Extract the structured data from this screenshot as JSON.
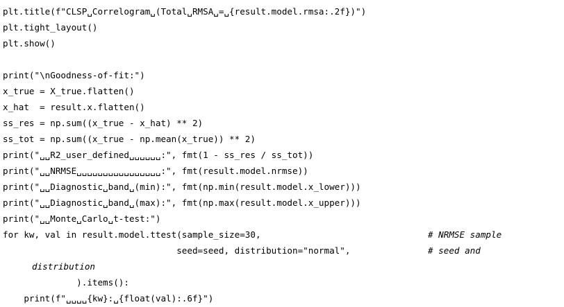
{
  "code": {
    "lines": [
      "plt.title(f\"CLSP␣Correlogram␣(Total␣RMSA␣=␣{result.model.rmsa:.2f})\")",
      "plt.tight_layout()",
      "plt.show()",
      "",
      "print(\"\\nGoodness-of-fit:\")",
      "x_true = X_true.flatten()",
      "x_hat  = result.x.flatten()",
      "ss_res = np.sum((x_true - x_hat) ** 2)",
      "ss_tot = np.sum((x_true - np.mean(x_true)) ** 2)",
      "print(\"␣␣R2_user_defined␣␣␣␣␣␣:\", fmt(1 - ss_res / ss_tot))",
      "print(\"␣␣NRMSE␣␣␣␣␣␣␣␣␣␣␣␣␣␣␣␣:\", fmt(result.model.nrmse))",
      "print(\"␣␣Diagnostic␣band␣(min):\", fmt(np.min(result.model.x_lower)))",
      "print(\"␣␣Diagnostic␣band␣(max):\", fmt(np.max(result.model.x_upper)))",
      "print(\"␣␣Monte␣Carlo␣t-test:\")",
      "for kw, val in result.model.ttest(sample_size=30,",
      "                                 seed=seed, distribution=\"normal\",",
      "",
      "              ).items():",
      "    print(f\"␣␣␣␣{kw}:␣{float(val):.6f}\")"
    ],
    "comment_1": "# NRMSE sample",
    "comment_2": "# seed and",
    "comment_3": "distribution"
  }
}
